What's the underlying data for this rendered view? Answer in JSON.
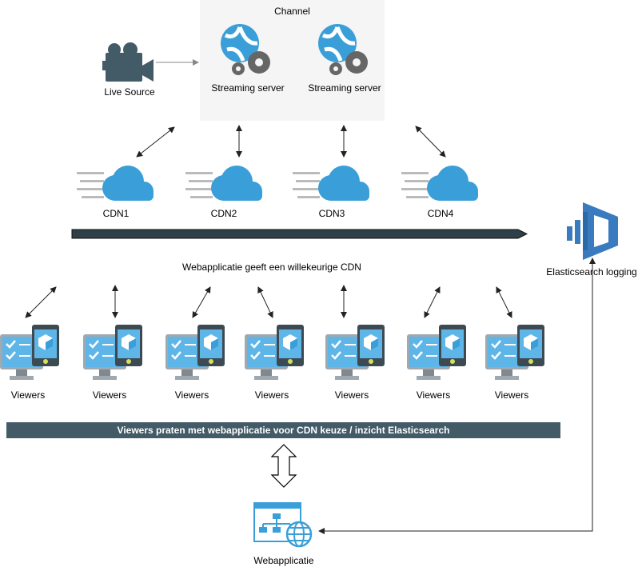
{
  "channel": {
    "label": "Channel",
    "servers": [
      "Streaming server",
      "Streaming server"
    ]
  },
  "live_source": {
    "label": "Live Source"
  },
  "cdns": [
    "CDN1",
    "CDN2",
    "CDN3",
    "CDN4"
  ],
  "webapp_cdn_text": "Webapplicatie geeft een willekeurige CDN",
  "elasticsearch": {
    "label": "Elasticsearch logging"
  },
  "viewers": [
    "Viewers",
    "Viewers",
    "Viewers",
    "Viewers",
    "Viewers",
    "Viewers",
    "Viewers"
  ],
  "viewers_bar": "Viewers praten met webapplicatie voor CDN keuze / inzicht Elasticsearch",
  "webapp": {
    "label": "Webapplicatie"
  },
  "colors": {
    "navy": "#435a67",
    "blue": "#3a9fd8",
    "light_blue": "#5eb5e8",
    "gear": "#666666",
    "bg_box": "#f5f5f5"
  }
}
